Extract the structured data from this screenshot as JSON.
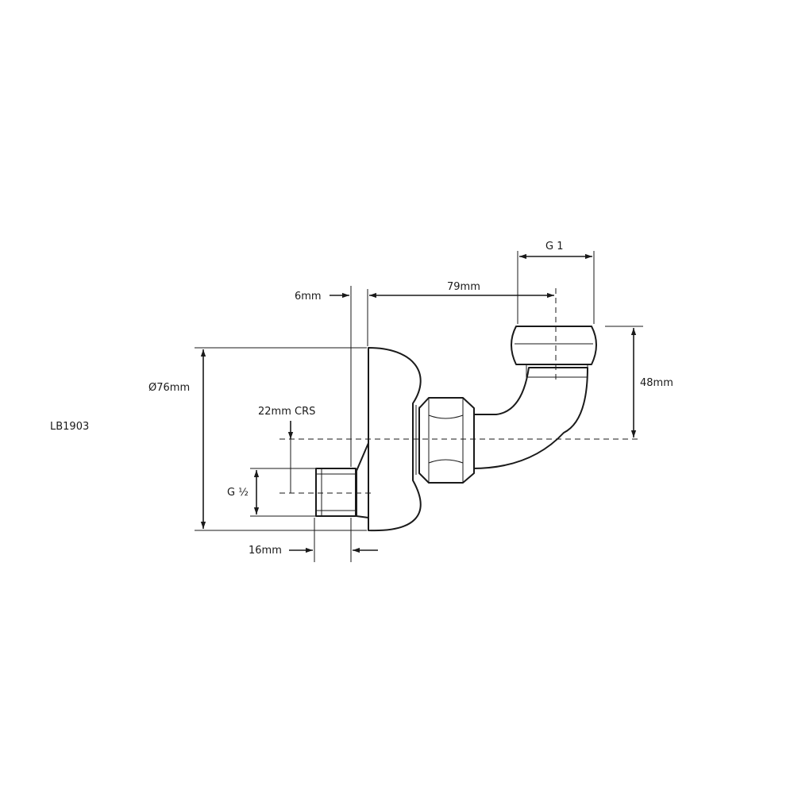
{
  "drawing": {
    "code": "LB1903",
    "dimensions": {
      "face_diameter": "Ø76mm",
      "centres": "22mm CRS",
      "inlet_thread": "G ½",
      "inlet_length": "16mm",
      "plate_thickness": "6mm",
      "projection": "79mm",
      "outlet_thread": "G 1",
      "height": "48mm"
    }
  }
}
